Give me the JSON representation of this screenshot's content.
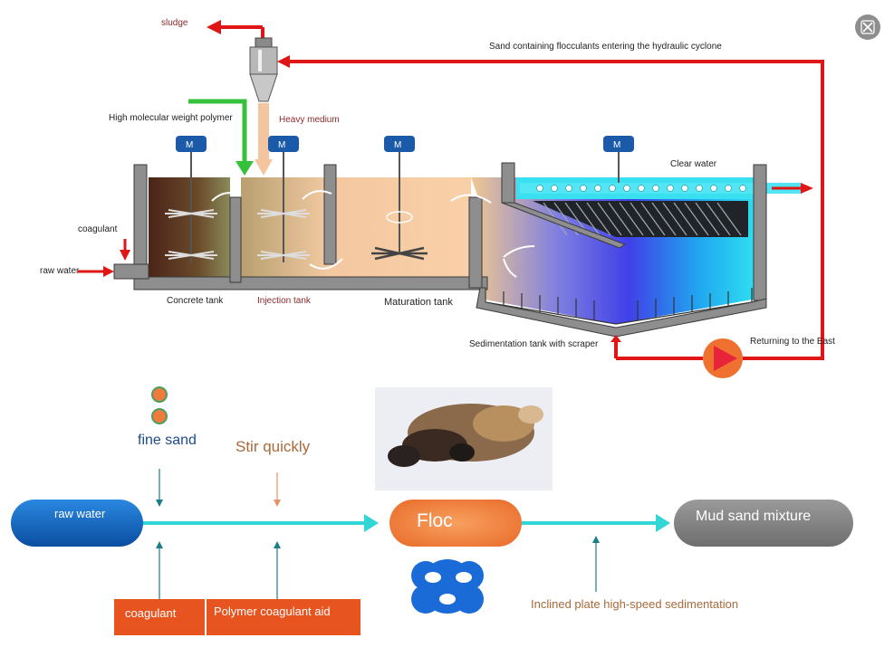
{
  "colors": {
    "pipe_red": "#e01515",
    "polymer_green": "#35c23a",
    "medium_peach": "#f2c4a0",
    "clear_water_cyan": "#38e0f0",
    "flow_arrow_cyan": "#33d6d6",
    "pump_red": "#e8243a",
    "floc_orange": "#f07a3c",
    "coagulant_box": "#e85420",
    "raw_water_blue": "#1868c0",
    "mixture_gray": "#8a8a8a",
    "motor_blue": "#1a5aa8"
  },
  "close_icon": "expand-collapse-icon",
  "process": {
    "sludge": "sludge",
    "hydrocyclone_return": "Sand containing flocculants entering the hydraulic cyclone",
    "polymer": "High molecular weight polymer",
    "heavy_medium": "Heavy medium",
    "clear_water": "Clear water",
    "coagulant": "coagulant",
    "raw_water": "raw water",
    "concrete_tank": "Concrete tank",
    "injection_tank": "Injection tank",
    "maturation_tank": "Maturation tank",
    "sedimentation_tank": "Sedimentation tank with scraper",
    "returning": "Returning to the East",
    "motor_label": "M"
  },
  "flow": {
    "fine_sand": "fine sand",
    "stir_quickly": "Stir quickly",
    "raw_water": "raw water",
    "floc": "Floc",
    "mud_sand_mixture": "Mud sand mixture",
    "coagulant": "coagulant",
    "polymer_coagulant_aid": "Polymer coagulant aid",
    "inclined_plate": "Inclined plate high-speed sedimentation"
  }
}
